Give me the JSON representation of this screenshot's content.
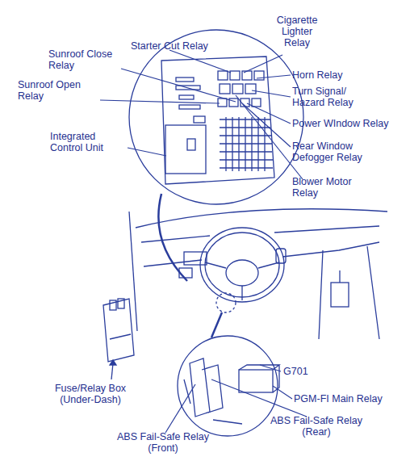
{
  "diagram": {
    "labels": [
      "Starter Cut Relay",
      "Cigarette Lighter Relay",
      "Sunroof Close Relay",
      "Horn Relay",
      "Sunroof Open Relay",
      "Turn Signal/ Hazard Relay",
      "Power WIndow Relay",
      "Integrated Control Unit",
      "Rear Window Defogger Relay",
      "Blower Motor Relay",
      "G701",
      "Fuse/Relay Box (Under-Dash)",
      "PGM-FI Main Relay",
      "ABS Fail-Safe Relay (Rear)",
      "ABS Fail-Safe Relay (Front)"
    ]
  }
}
